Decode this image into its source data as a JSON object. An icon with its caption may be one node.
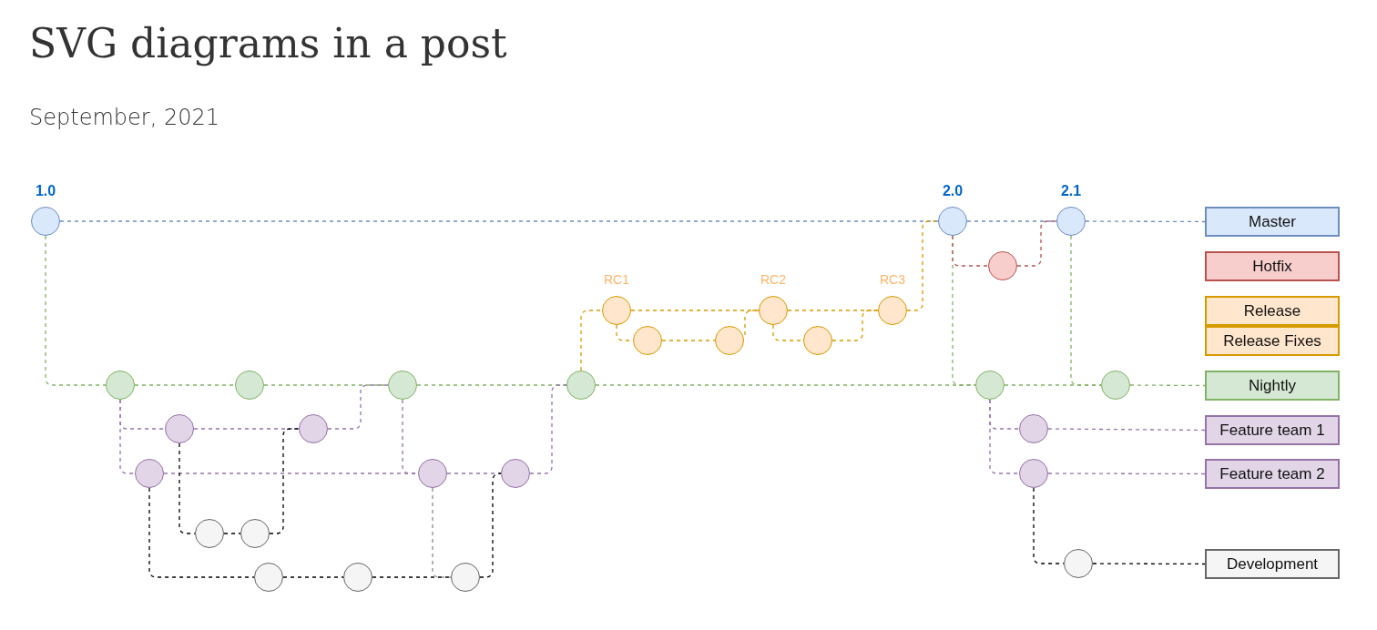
{
  "diagram": {
    "title": "SVG diagrams in a post",
    "nodes": [
      {
        "text": [],
        "shape": "circle",
        "beside": [
          "1.0"
        ]
      },
      {
        "text": [],
        "shape": "circle",
        "beside": [
          "2.0"
        ]
      },
      {
        "text": [],
        "shape": "circle",
        "beside": [
          "2.1"
        ]
      },
      {
        "text": [],
        "shape": "circle"
      },
      {
        "text": [],
        "shape": "circle",
        "beside": [
          "RC1"
        ]
      },
      {
        "text": [],
        "shape": "circle",
        "beside": [
          "RC2"
        ]
      },
      {
        "text": [],
        "shape": "circle",
        "beside": [
          "RC3"
        ]
      },
      {
        "text": [],
        "shape": "circle"
      },
      {
        "text": [],
        "shape": "circle"
      },
      {
        "text": [],
        "shape": "circle"
      },
      {
        "text": [],
        "shape": "circle"
      },
      {
        "text": [],
        "shape": "circle"
      },
      {
        "text": [],
        "shape": "circle"
      },
      {
        "text": [],
        "shape": "circle"
      },
      {
        "text": [],
        "shape": "circle"
      },
      {
        "text": [],
        "shape": "circle"
      },
      {
        "text": [],
        "shape": "circle"
      },
      {
        "text": [],
        "shape": "circle"
      },
      {
        "text": [],
        "shape": "circle"
      },
      {
        "text": [],
        "shape": "circle"
      },
      {
        "text": [],
        "shape": "circle"
      },
      {
        "text": [],
        "shape": "circle"
      },
      {
        "text": [],
        "shape": "circle"
      },
      {
        "text": [],
        "shape": "circle"
      },
      {
        "text": [],
        "shape": "circle"
      },
      {
        "text": [],
        "shape": "circle"
      },
      {
        "text": [],
        "shape": "circle"
      },
      {
        "text": [],
        "shape": "circle"
      },
      {
        "text": [],
        "shape": "circle"
      },
      {
        "text": [
          "Master"
        ]
      },
      {
        "text": [
          "Hotfix"
        ]
      },
      {
        "text": [
          "Release"
        ]
      },
      {
        "text": [
          "Release Fixes"
        ]
      },
      {
        "text": [
          "Nightly"
        ]
      },
      {
        "text": [
          "Feature team 1"
        ]
      },
      {
        "text": [
          "Feature team 2"
        ]
      },
      {
        "text": [
          "Development"
        ]
      }
    ],
    "edges": [
      {
        "from": 0,
        "to": 1,
        "arrow": "none",
        "style": "dashed",
        "color": "#6c8ebf"
      },
      {
        "from": 1,
        "to": 2,
        "arrow": "none",
        "style": "dashed",
        "color": "#6c8ebf"
      },
      {
        "from": 2,
        "to": 29,
        "arrow": "none",
        "style": "dashed",
        "color": "#6c8ebf"
      },
      {
        "from": 0,
        "to": 10,
        "arrow": "none",
        "style": "dashed",
        "color": "#82b366"
      },
      {
        "from": 10,
        "to": 11,
        "arrow": "none",
        "style": "dashed",
        "color": "#82b366"
      },
      {
        "from": 11,
        "to": 12,
        "arrow": "none",
        "style": "dashed",
        "color": "#82b366"
      },
      {
        "from": 12,
        "to": 13,
        "arrow": "none",
        "style": "dashed",
        "color": "#82b366"
      },
      {
        "from": 13,
        "to": 14,
        "arrow": "none",
        "style": "dashed",
        "color": "#82b366"
      },
      {
        "from": 14,
        "to": 15,
        "arrow": "none",
        "style": "dashed",
        "color": "#82b366"
      },
      {
        "from": 15,
        "to": 33,
        "arrow": "none",
        "style": "dashed",
        "color": "#82b366"
      },
      {
        "from": 1,
        "to": 14,
        "arrow": "none",
        "style": "dashed",
        "color": "#82b366"
      },
      {
        "from": 2,
        "to": 15,
        "arrow": "none",
        "style": "dashed",
        "color": "#82b366"
      },
      {
        "from": 1,
        "to": 3,
        "arrow": "none",
        "style": "dashed",
        "color": "#b85450"
      },
      {
        "from": 3,
        "to": 2,
        "arrow": "none",
        "style": "dashed",
        "color": "#b85450"
      },
      {
        "from": 13,
        "to": 4,
        "arrow": "none",
        "style": "dashed",
        "color": "#d79b00"
      },
      {
        "from": 4,
        "to": 5,
        "arrow": "none",
        "style": "dashed",
        "color": "#d79b00"
      },
      {
        "from": 5,
        "to": 6,
        "arrow": "none",
        "style": "dashed",
        "color": "#d79b00"
      },
      {
        "from": 6,
        "to": 1,
        "arrow": "none",
        "style": "dashed",
        "color": "#d79b00"
      },
      {
        "from": 4,
        "to": 7,
        "arrow": "none",
        "style": "dashed",
        "color": "#d79b00"
      },
      {
        "from": 7,
        "to": 8,
        "arrow": "none",
        "style": "dashed",
        "color": "#d79b00"
      },
      {
        "from": 8,
        "to": 5,
        "arrow": "none",
        "style": "dashed",
        "color": "#d79b00"
      },
      {
        "from": 5,
        "to": 9,
        "arrow": "none",
        "style": "dashed",
        "color": "#d79b00"
      },
      {
        "from": 9,
        "to": 6,
        "arrow": "none",
        "style": "dashed",
        "color": "#d79b00"
      },
      {
        "from": 10,
        "to": 16,
        "arrow": "none",
        "style": "dashed",
        "color": "#9673a6"
      },
      {
        "from": 16,
        "to": 17,
        "arrow": "none",
        "style": "dashed",
        "color": "#9673a6"
      },
      {
        "from": 17,
        "to": 12,
        "arrow": "none",
        "style": "dashed",
        "color": "#9673a6"
      },
      {
        "from": 10,
        "to": 19,
        "arrow": "none",
        "style": "dashed",
        "color": "#9673a6"
      },
      {
        "from": 19,
        "to": 20,
        "arrow": "none",
        "style": "dashed",
        "color": "#9673a6"
      },
      {
        "from": 12,
        "to": 20,
        "arrow": "none",
        "style": "dashed",
        "color": "#9673a6"
      },
      {
        "from": 20,
        "to": 21,
        "arrow": "none",
        "style": "dashed",
        "color": "#9673a6"
      },
      {
        "from": 21,
        "to": 13,
        "arrow": "none",
        "style": "dashed",
        "color": "#9673a6"
      },
      {
        "from": 14,
        "to": 18,
        "arrow": "none",
        "style": "dashed",
        "color": "#9673a6"
      },
      {
        "from": 18,
        "to": 34,
        "arrow": "none",
        "style": "dashed",
        "color": "#9673a6"
      },
      {
        "from": 14,
        "to": 22,
        "arrow": "none",
        "style": "dashed",
        "color": "#9673a6"
      },
      {
        "from": 22,
        "to": 35,
        "arrow": "none",
        "style": "dashed",
        "color": "#9673a6"
      },
      {
        "from": 16,
        "to": 23,
        "arrow": "none",
        "style": "dashed",
        "color": "#000000"
      },
      {
        "from": 23,
        "to": 24,
        "arrow": "none",
        "style": "dashed",
        "color": "#000000"
      },
      {
        "from": 24,
        "to": 17,
        "arrow": "none",
        "style": "dashed",
        "color": "#000000"
      },
      {
        "from": 19,
        "to": 25,
        "arrow": "none",
        "style": "dashed",
        "color": "#000000"
      },
      {
        "from": 25,
        "to": 26,
        "arrow": "none",
        "style": "dashed",
        "color": "#000000"
      },
      {
        "from": 26,
        "to": 27,
        "arrow": "none",
        "style": "dashed",
        "color": "#000000"
      },
      {
        "from": 27,
        "to": 21,
        "arrow": "none",
        "style": "dashed",
        "color": "#000000"
      },
      {
        "from": 20,
        "to": 27,
        "arrow": "none",
        "style": "dashed",
        "color": "#666666"
      },
      {
        "from": 22,
        "to": 28,
        "arrow": "none",
        "style": "dashed",
        "color": "#000000"
      },
      {
        "from": 28,
        "to": 36,
        "arrow": "none",
        "style": "dashed",
        "color": "#000000"
      }
    ],
    "labels": [
      "September, 2021"
    ]
  }
}
